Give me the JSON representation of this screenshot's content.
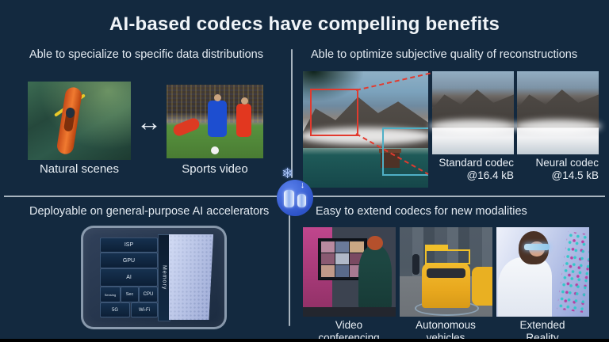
{
  "title": "AI-based codecs have compelling benefits",
  "colors": {
    "background": "#13293F",
    "accent_blue": "#3A66D6",
    "annotation_red": "#E23A2E",
    "annotation_teal": "#4FB0C6",
    "divider": "#C3CDD6"
  },
  "top_left": {
    "heading": "Able to specialize to specific data distributions",
    "arrow_icon": "↔",
    "images": [
      {
        "caption": "Natural scenes"
      },
      {
        "caption": "Sports video"
      }
    ]
  },
  "top_right": {
    "heading": "Able to optimize subjective quality of reconstructions",
    "comparisons": [
      {
        "label": "Standard codec",
        "size": "@16.4 kB"
      },
      {
        "label": "Neural codec",
        "size": "@14.5 kB"
      }
    ]
  },
  "bottom_left": {
    "heading": "Deployable on general-purpose AI accelerators",
    "chip": {
      "isp": "ISP",
      "gpu": "GPU",
      "ai": "AI",
      "sensing": "Sensing",
      "sec": "Sec",
      "cpu": "CPU",
      "five_g": "5G",
      "wifi": "Wi-Fi",
      "memory": "Memory"
    }
  },
  "bottom_right": {
    "heading": "Easy to extend codecs for new modalities",
    "captions": [
      "Video conferencing",
      "Autonomous vehicles",
      "Extended Reality"
    ]
  },
  "center_icon": {
    "snowflake_glyph": "❄",
    "download_glyph": "↓"
  }
}
